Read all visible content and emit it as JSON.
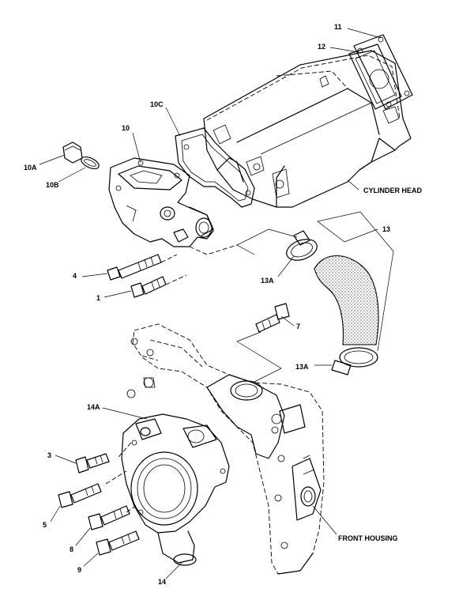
{
  "callouts": {
    "c11": "11",
    "c12": "12",
    "c10c": "10C",
    "c10": "10",
    "c10a": "10A",
    "c10b": "10B",
    "cylinder_head": "CYLINDER HEAD",
    "c13": "13",
    "c4": "4",
    "c1": "1",
    "c13a_top": "13A",
    "c7": "7",
    "c13a_bottom": "13A",
    "c14a": "14A",
    "c3": "3",
    "c5": "5",
    "c8": "8",
    "c9": "9",
    "front_housing": "FRONT HOUSING",
    "c14": "14"
  }
}
